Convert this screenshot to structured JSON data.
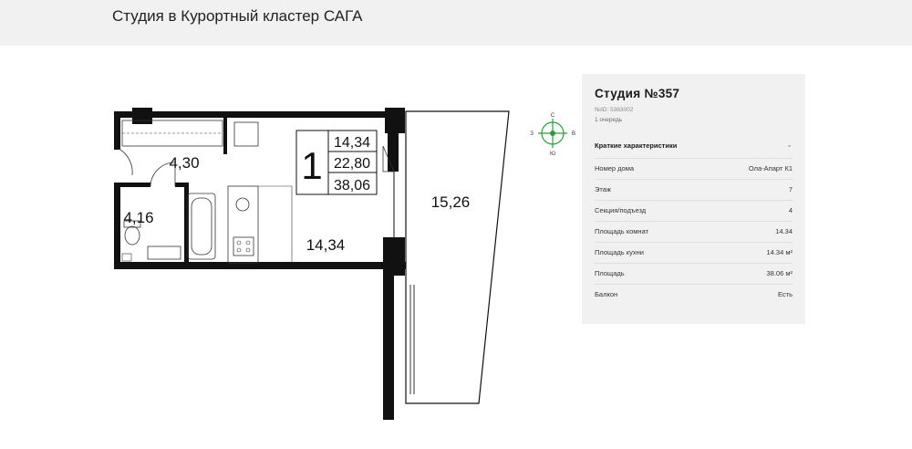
{
  "header": {
    "title": "Студия в Курортный кластер САГА"
  },
  "plan": {
    "rooms": {
      "hall": "4,30",
      "bath": "4,16",
      "living": "14,34",
      "balcony": "15,26"
    },
    "summary": {
      "rooms_count": "1",
      "living_area": "14,34",
      "other_area": "22,80",
      "total_area": "38,06"
    }
  },
  "compass": {
    "n": "С",
    "s": "Ю",
    "w": "З",
    "e": "В"
  },
  "card": {
    "name": "Студия №357",
    "sub1": "№ID: 5363002",
    "sub2": "1 очередь",
    "section_title": "Краткие характеристики",
    "rows": [
      {
        "label": "Номер дома",
        "value": "Ола-Апарт К1"
      },
      {
        "label": "Этаж",
        "value": "7"
      },
      {
        "label": "Секция/подъезд",
        "value": "4"
      },
      {
        "label": "Площадь комнат",
        "value": "14.34"
      },
      {
        "label": "Площадь кухни",
        "value": "14.34 м²"
      },
      {
        "label": "Площадь",
        "value": "38.06 м²"
      },
      {
        "label": "Балкон",
        "value": "Есть"
      }
    ]
  },
  "colors": {
    "accent": "#2e9a3e",
    "wall": "#111111",
    "panel": "#f1f1f1"
  }
}
